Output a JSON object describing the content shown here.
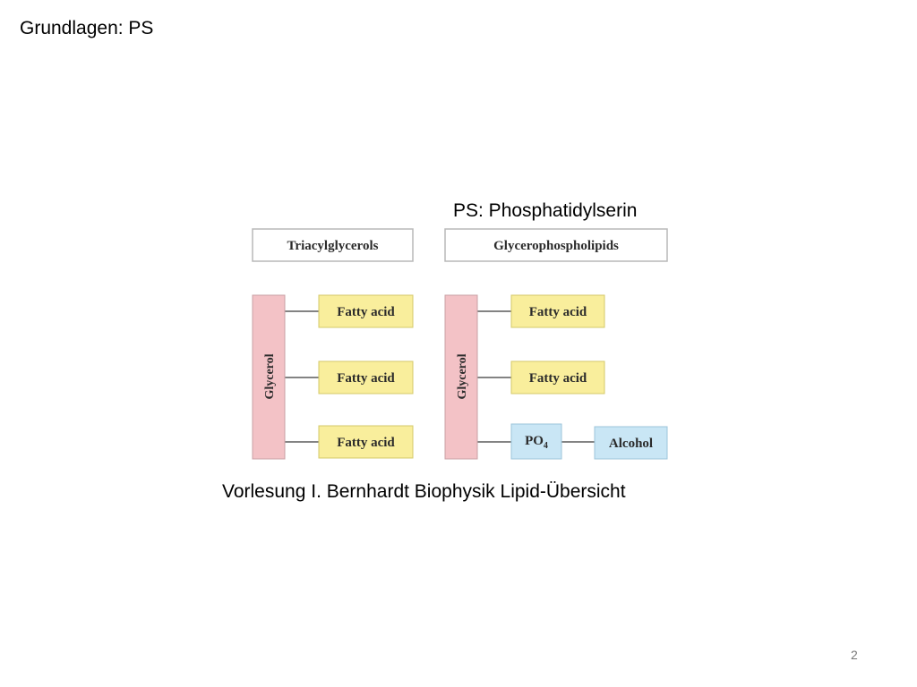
{
  "slide": {
    "title": "Grundlagen: PS",
    "diagram_label": "PS: Phosphatidylserin",
    "caption": "Vorlesung I. Bernhardt Biophysik Lipid-Übersicht",
    "page_number": "2"
  },
  "diagram": {
    "triacylglycerols": {
      "header": "Triacylglycerols",
      "backbone": "Glycerol",
      "chains": [
        "Fatty acid",
        "Fatty acid",
        "Fatty acid"
      ]
    },
    "glycerophospholipids": {
      "header": "Glycerophospholipids",
      "backbone": "Glycerol",
      "chains": [
        "Fatty acid",
        "Fatty acid"
      ],
      "phosphate": "PO",
      "phosphate_subscript": "4",
      "head_group": "Alcohol"
    },
    "colors": {
      "glycerol_fill": "#f3c2c6",
      "fatty_acid_fill": "#f9ee9c",
      "phosphate_fill": "#c9e6f5",
      "header_border": "#b8b8b8",
      "connector": "#5a5a5a"
    }
  }
}
